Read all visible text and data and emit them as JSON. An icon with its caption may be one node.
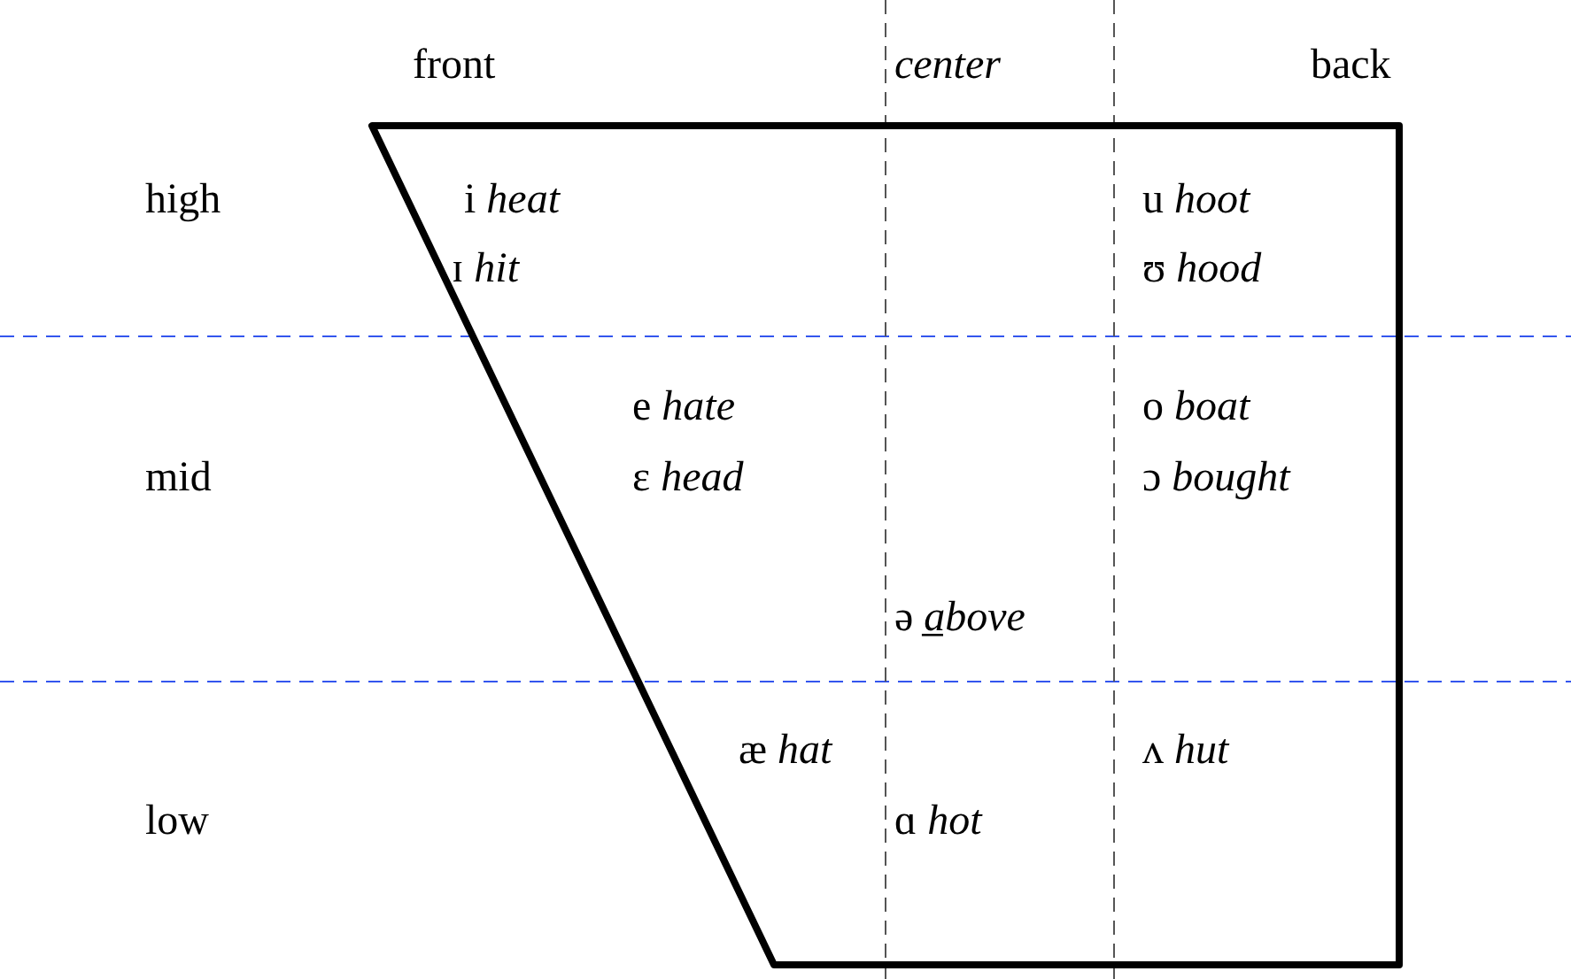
{
  "diagram": {
    "labels": [
      "front",
      "center",
      "back",
      "high",
      "i *heat*",
      "u *hoot*",
      "ɪ *hit*",
      "ʊ *hood*",
      "e *hate*",
      "o *boat*",
      "mid",
      "ɛ *head*",
      "ɔ *bought*",
      "ə *a̲bove*",
      "æ *hat*",
      "ʌ *hut*",
      "low",
      "ɑ *hot*"
    ]
  }
}
